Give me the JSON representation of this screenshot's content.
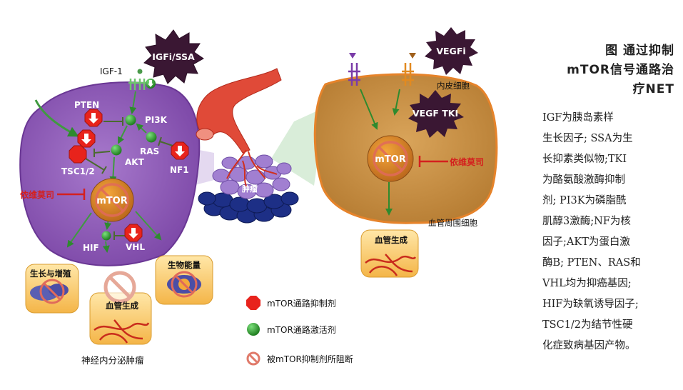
{
  "diagram": {
    "badges": {
      "igfi_ssa": "IGFi/SSA",
      "vegfi": "VEGFi",
      "vegf_tki": "VEGF TKI"
    },
    "left_cell": {
      "igf1": "IGF-1",
      "pten": "PTEN",
      "tsc12": "TSC1/2",
      "pi3k": "PI3K",
      "akt": "AKT",
      "ras": "RAS",
      "nf1": "NF1",
      "everolimus": "依维莫司",
      "mtor": "mTOR",
      "hif": "HIF",
      "vhl": "VHL"
    },
    "tumor_label": "肿瘤",
    "right_cell": {
      "endothelial": "内皮细胞",
      "mtor": "mTOR",
      "everolimus": "依维莫司",
      "pericyte": "血管周围细胞"
    },
    "outcomes": {
      "growth": "生长与增殖",
      "energy": "生物能量",
      "angiogenesis": "血管生成",
      "angiogenesis_right": "血管生成"
    },
    "bottom_label": "神经内分泌肿瘤",
    "legend": {
      "inhibitor": "mTOR通路抑制剂",
      "activator": "mTOR通路激活剂",
      "blocked": "被mTOR抑制剂所阻断"
    }
  },
  "caption": {
    "title_lines": [
      "图 通过抑制",
      "mTOR信号通路治",
      "疗NET"
    ],
    "body_lines": [
      "IGF为胰岛素样",
      "生长因子; SSA为生",
      "长抑素类似物;TKI",
      "为酪氨酸激酶抑制",
      "剂; PI3K为磷脂酰",
      "肌醇3激酶;NF为核",
      "因子;AKT为蛋白激",
      "酶B; PTEN、RAS和",
      "VHL均为抑癌基因;",
      "HIF为缺氧诱导因子;",
      "TSC1/2为结节性硬",
      "化症致病基因产物。"
    ]
  },
  "colors": {
    "left_cell": "#8a54b3",
    "right_cell": "#c88c3c",
    "inhibitor": "#e8231c",
    "activator": "#2e9a2e",
    "badge": "#3a1733",
    "everolimus": "#d4201e"
  }
}
